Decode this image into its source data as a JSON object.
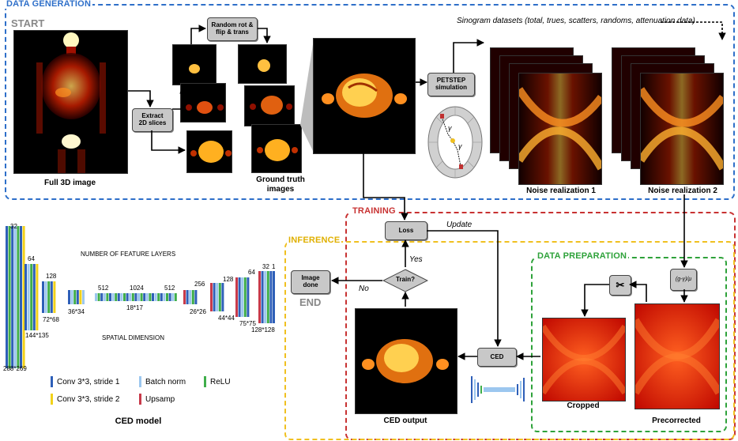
{
  "sections": {
    "generation": "DATA GENERATION",
    "training": "TRAINING",
    "inference": "INFERENCE",
    "preparation": "DATA PREPARATION"
  },
  "labels": {
    "start": "START",
    "end": "END",
    "full3d": "Full 3D image",
    "ground_truth_1": "Ground truth",
    "ground_truth_2": "images",
    "sinogram": "Sinogram datasets (total, trues, scatters, randoms, attenuation data)",
    "noise1": "Noise realization 1",
    "noise2": "Noise realization 2",
    "update": "Update",
    "yes": "Yes",
    "no": "No",
    "cropped": "Cropped",
    "precorrected": "Precorrected",
    "ced_output": "CED output",
    "ced_model": "CED model",
    "gamma": "γ"
  },
  "boxes": {
    "extract_1": "Extract",
    "extract_2": "2D slices",
    "random_1": "Random rot &",
    "random_2": "flip & trans",
    "petstep_1": "PETSTEP",
    "petstep_2": "simulation",
    "loss": "Loss",
    "train": "Train?",
    "image_done_1": "Image",
    "image_done_2": "done",
    "ced": "CED",
    "precorr_formula": "(g-γ)/μ"
  },
  "model": {
    "feature_title": "NUMBER OF FEATURE LAYERS",
    "spatial_title": "SPATIAL DIMENSION",
    "features": [
      "32",
      "64",
      "128",
      "512",
      "1024",
      "512",
      "256",
      "128",
      "64",
      "32",
      "1"
    ],
    "dims": [
      "288*269",
      "144*135",
      "72*68",
      "36*34",
      "18*17",
      "26*26",
      "44*44",
      "75*75",
      "128*128"
    ],
    "legend": {
      "conv1": "Conv 3*3, stride 1",
      "conv2": "Conv 3*3, stride 2",
      "bn": "Batch norm",
      "up": "Upsamp",
      "relu": "ReLU"
    }
  },
  "colors": {
    "generation": "#2e6fc9",
    "training": "#c83232",
    "inference": "#f0c020",
    "preparation": "#2ea23a",
    "conv1": "#2e5fb8",
    "conv2": "#f2d21a",
    "bn": "#9cc7ef",
    "up": "#c83a4a",
    "relu": "#3fae4a"
  }
}
